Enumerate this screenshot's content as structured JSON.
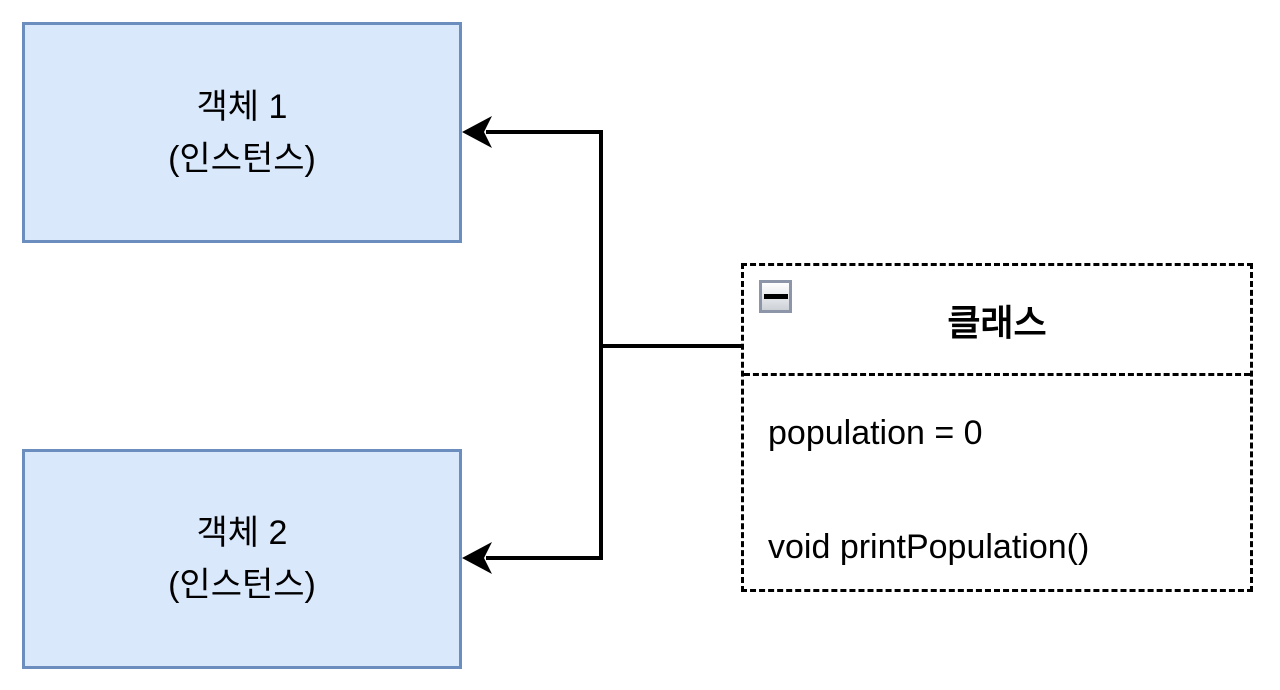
{
  "diagram": {
    "objects": [
      {
        "title": "객체 1",
        "subtitle": "(인스턴스)"
      },
      {
        "title": "객체 2",
        "subtitle": "(인스턴스)"
      }
    ],
    "class_box": {
      "title": "클래스",
      "collapse_icon": "minus-icon",
      "members": [
        "population = 0",
        "void printPopulation()"
      ]
    },
    "colors": {
      "object_fill": "#dae8fc",
      "object_border": "#6c8ebf",
      "connector": "#000000",
      "class_border": "#000000"
    }
  }
}
